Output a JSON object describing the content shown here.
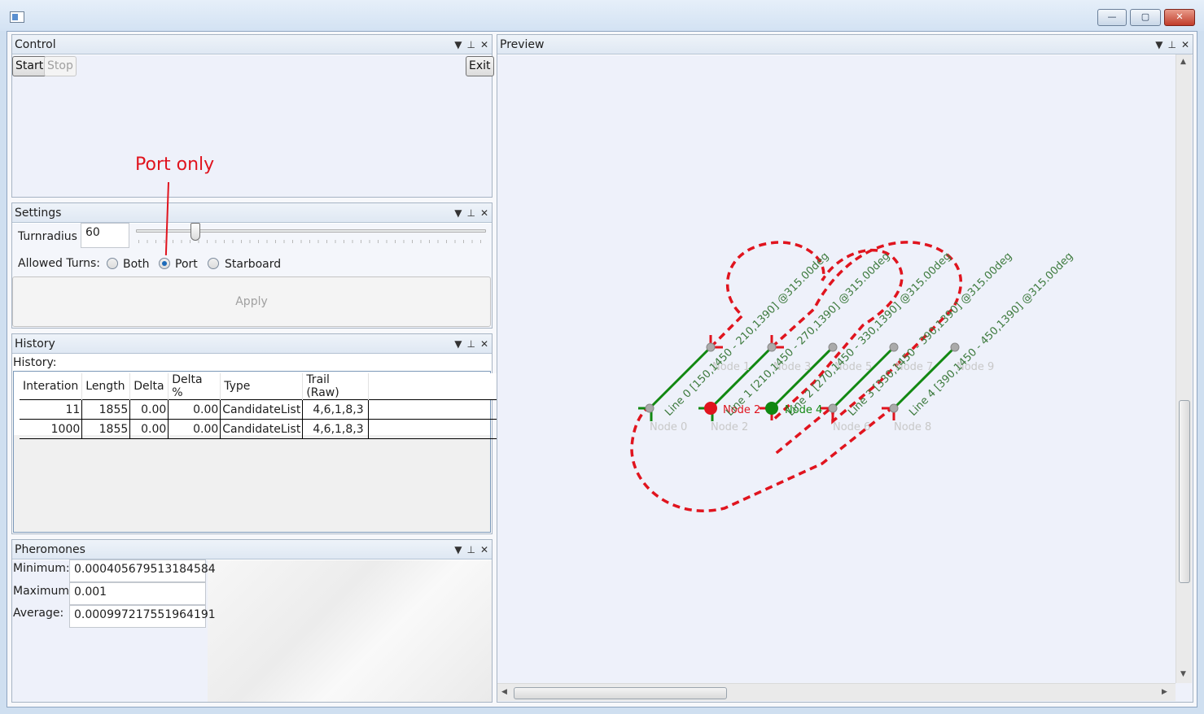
{
  "window": {
    "title": ""
  },
  "control": {
    "title": "Control",
    "start_label": "Start",
    "stop_label": "Stop",
    "exit_label": "Exit"
  },
  "annotation": {
    "text": "Port only"
  },
  "settings": {
    "title": "Settings",
    "turnradius_label": "Turnradius",
    "turnradius_value": "60",
    "allowed_turns_label": "Allowed Turns:",
    "options": [
      "Both",
      "Port",
      "Starboard"
    ],
    "selected": "Port",
    "apply_label": "Apply"
  },
  "history": {
    "title": "History",
    "label": "History:",
    "columns": [
      "Interation",
      "Length",
      "Delta",
      "Delta %",
      "Type",
      "Trail (Raw)"
    ],
    "rows": [
      [
        "11",
        "1855",
        "0.00",
        "0.00",
        "CandidateList",
        "4,6,1,8,3"
      ],
      [
        "1000",
        "1855",
        "0.00",
        "0.00",
        "CandidateList",
        "4,6,1,8,3"
      ]
    ]
  },
  "pheromones": {
    "title": "Pheromones",
    "minimum_label": "Minimum:",
    "minimum_value": "0.000405679513184584",
    "maximum_label": "Maximum:",
    "maximum_value": "0.001",
    "average_label": "Average:",
    "average_value": "0.000997217551964191"
  },
  "preview": {
    "title": "Preview",
    "lines": [
      "Line 0 [150,1450 - 210,1390] @315.00deg",
      "Line 1 [210,1450 - 270,1390] @315.00deg",
      "Line 2 [270,1450 - 330,1390] @315.00deg",
      "Line 3 [330,1450 - 390,1390] @315.00deg",
      "Line 4 [390,1450 - 450,1390] @315.00deg"
    ],
    "nodes": [
      "Node 0",
      "Node 1",
      "Node 2",
      "Node 3",
      "Node 4",
      "Node 5",
      "Node 6",
      "Node 7",
      "Node 8",
      "Node 9"
    ],
    "colors": {
      "line": "#118811",
      "route": "#e0141e",
      "node": "#999999"
    }
  }
}
